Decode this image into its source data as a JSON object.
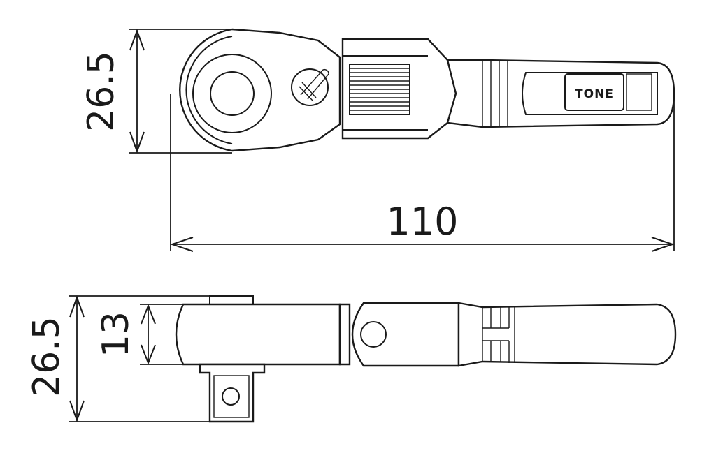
{
  "drawing": {
    "top_view": {
      "height_label": "26.5",
      "length_label": "110",
      "brand_label": "TONE"
    },
    "side_view": {
      "total_height_label": "26.5",
      "head_thickness_label": "13"
    }
  }
}
